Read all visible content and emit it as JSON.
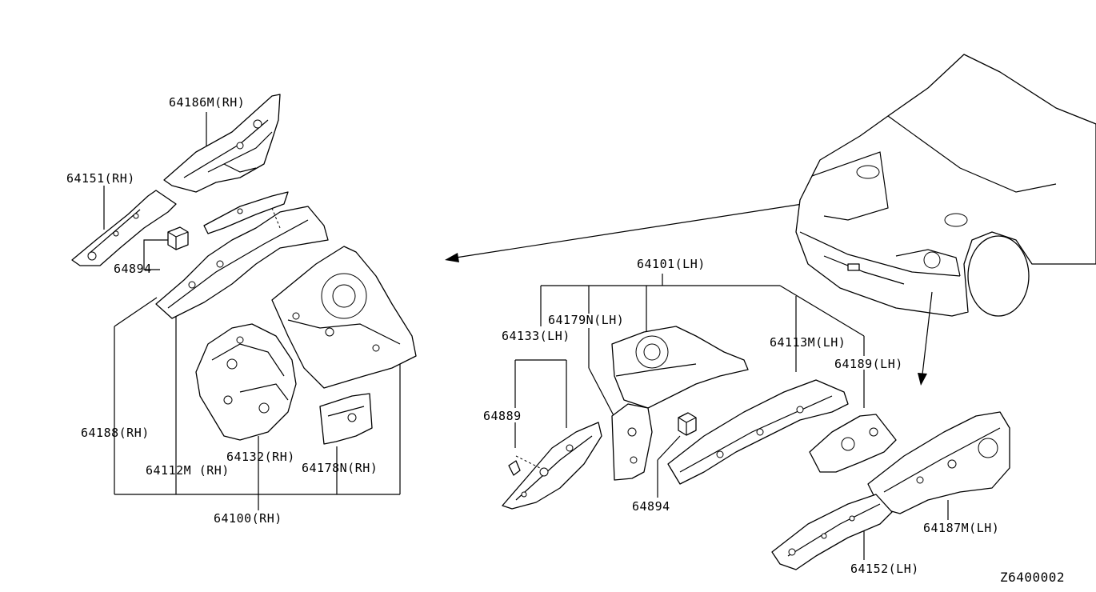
{
  "diagram_code": "Z6400002",
  "labels": {
    "p64186m_rh": "64186M(RH)",
    "p64151_rh": "64151(RH)",
    "p64894_rh": "64894",
    "p64188_rh": "64188(RH)",
    "p64112m_rh": "64112M (RH)",
    "p64132_rh": "64132(RH)",
    "p64178n_rh": "64178N(RH)",
    "p64100_rh": "64100(RH)",
    "p64101_lh": "64101(LH)",
    "p64179n_lh": "64179N(LH)",
    "p64133_lh": "64133(LH)",
    "p64889": "64889",
    "p64894_lh": "64894",
    "p64113m_lh": "64113M(LH)",
    "p64189_lh": "64189(LH)",
    "p64187m_lh": "64187M(LH)",
    "p64152_lh": "64152(LH)"
  }
}
